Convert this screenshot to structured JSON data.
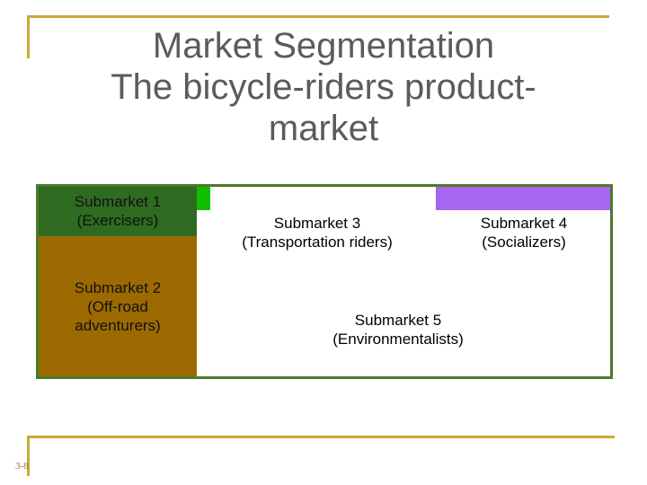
{
  "title": {
    "line1": "Market Segmentation",
    "line2": "The bicycle-riders  product-",
    "line3": "market"
  },
  "segments": [
    {
      "line1": "Submarket 1",
      "line2": "(Exercisers)"
    },
    {
      "line1": "Submarket 2",
      "line2": "(Off-road",
      "line3": "adventurers)"
    },
    {
      "line1": "Submarket 3",
      "line2": "(Transportation riders)"
    },
    {
      "line1": "Submarket 4",
      "line2": "(Socializers)"
    },
    {
      "line1": "Submarket 5",
      "line2": "(Environmentalists)"
    }
  ],
  "colors": {
    "frame": "#c8a93a",
    "border": "#4a7a2e",
    "submarket1": "#2e6b21",
    "submarket2": "#9c6a00",
    "green_accent": "#0fbf00",
    "purple_accent": "#a865ef"
  },
  "slide_number": "3-8"
}
